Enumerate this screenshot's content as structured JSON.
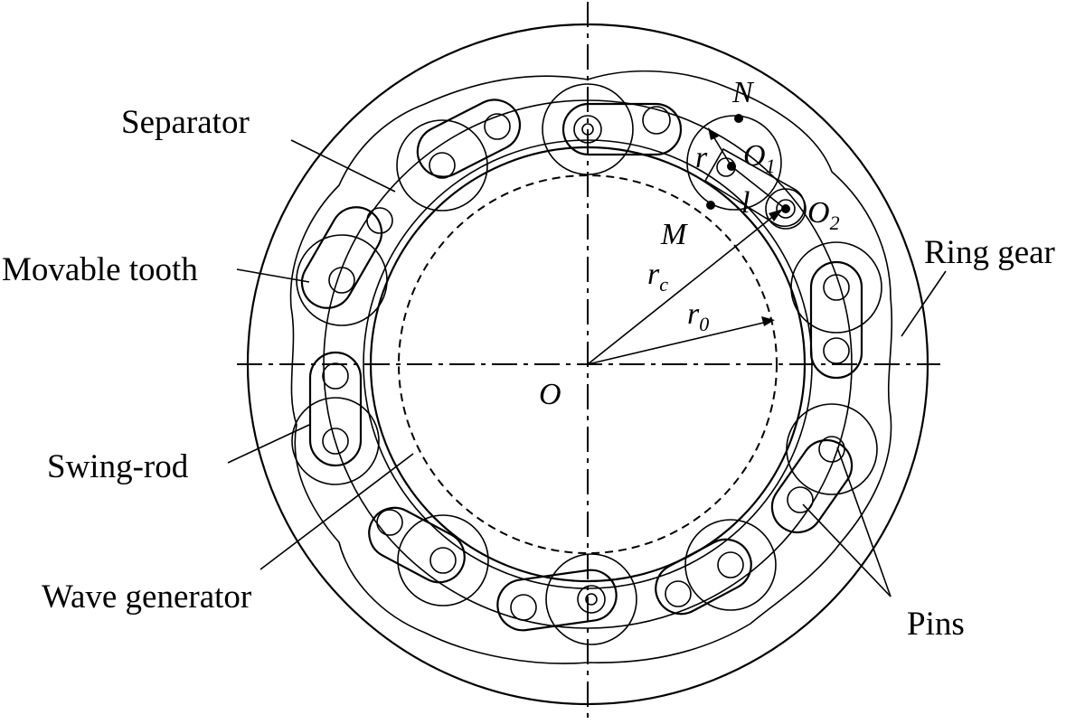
{
  "labels": {
    "separator": "Separator",
    "movable_tooth": "Movable tooth",
    "swing_rod": "Swing-rod",
    "wave_generator": "Wave generator",
    "ring_gear": "Ring gear",
    "pins": "Pins"
  },
  "symbols": {
    "N": "N",
    "M": "M",
    "O": "O",
    "O1": "O",
    "O1_sub": "1",
    "O2": "O",
    "O2_sub": "2",
    "r": "r",
    "l": "l",
    "rc": "r",
    "rc_sub": "c",
    "r0": "r",
    "r0_sub": "0"
  }
}
